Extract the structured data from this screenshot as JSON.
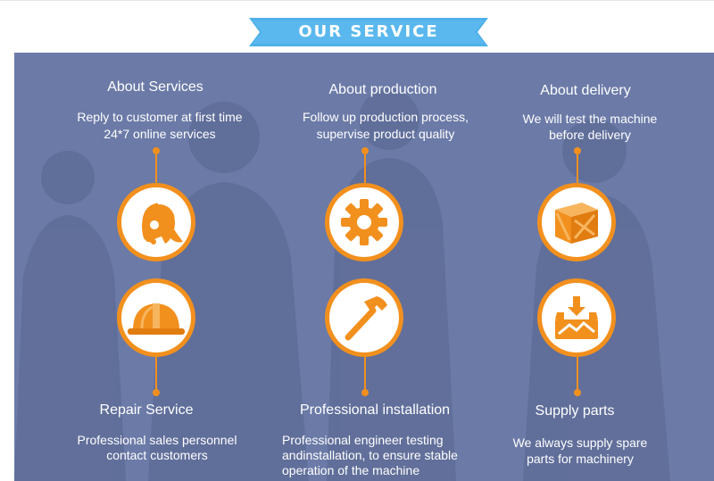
{
  "header": {
    "title": "OUR SERVICE"
  },
  "colors": {
    "accent": "#f2901e",
    "panel": "#6b7aa7",
    "banner": "#4fb0e8"
  },
  "columns": [
    {
      "title": "About Services",
      "desc_line1": "Reply to customer at first time",
      "desc_line2": "24*7 online services",
      "icon": "customer-service-headset-icon"
    },
    {
      "title": "About production",
      "desc_line1": "Follow up production process,",
      "desc_line2": "supervise product quality",
      "icon": "gear-icon"
    },
    {
      "title": "About delivery",
      "desc_line1": "We will test the machine",
      "desc_line2": "before delivery",
      "icon": "wooden-crate-icon"
    }
  ],
  "bottom": [
    {
      "title": "Repair Service",
      "desc_line1": "Professional sales personnel",
      "desc_line2": "contact customers",
      "desc_line3": "",
      "icon": "hard-hat-icon"
    },
    {
      "title": "Professional installation",
      "desc_line1": "Professional engineer testing",
      "desc_line2": "andinstallation, to ensure stable",
      "desc_line3": "operation of the machine",
      "icon": "hammer-icon"
    },
    {
      "title": "Supply parts",
      "desc_line1": "We always supply spare",
      "desc_line2": "parts for machinery",
      "desc_line3": "",
      "icon": "download-tray-icon"
    }
  ]
}
